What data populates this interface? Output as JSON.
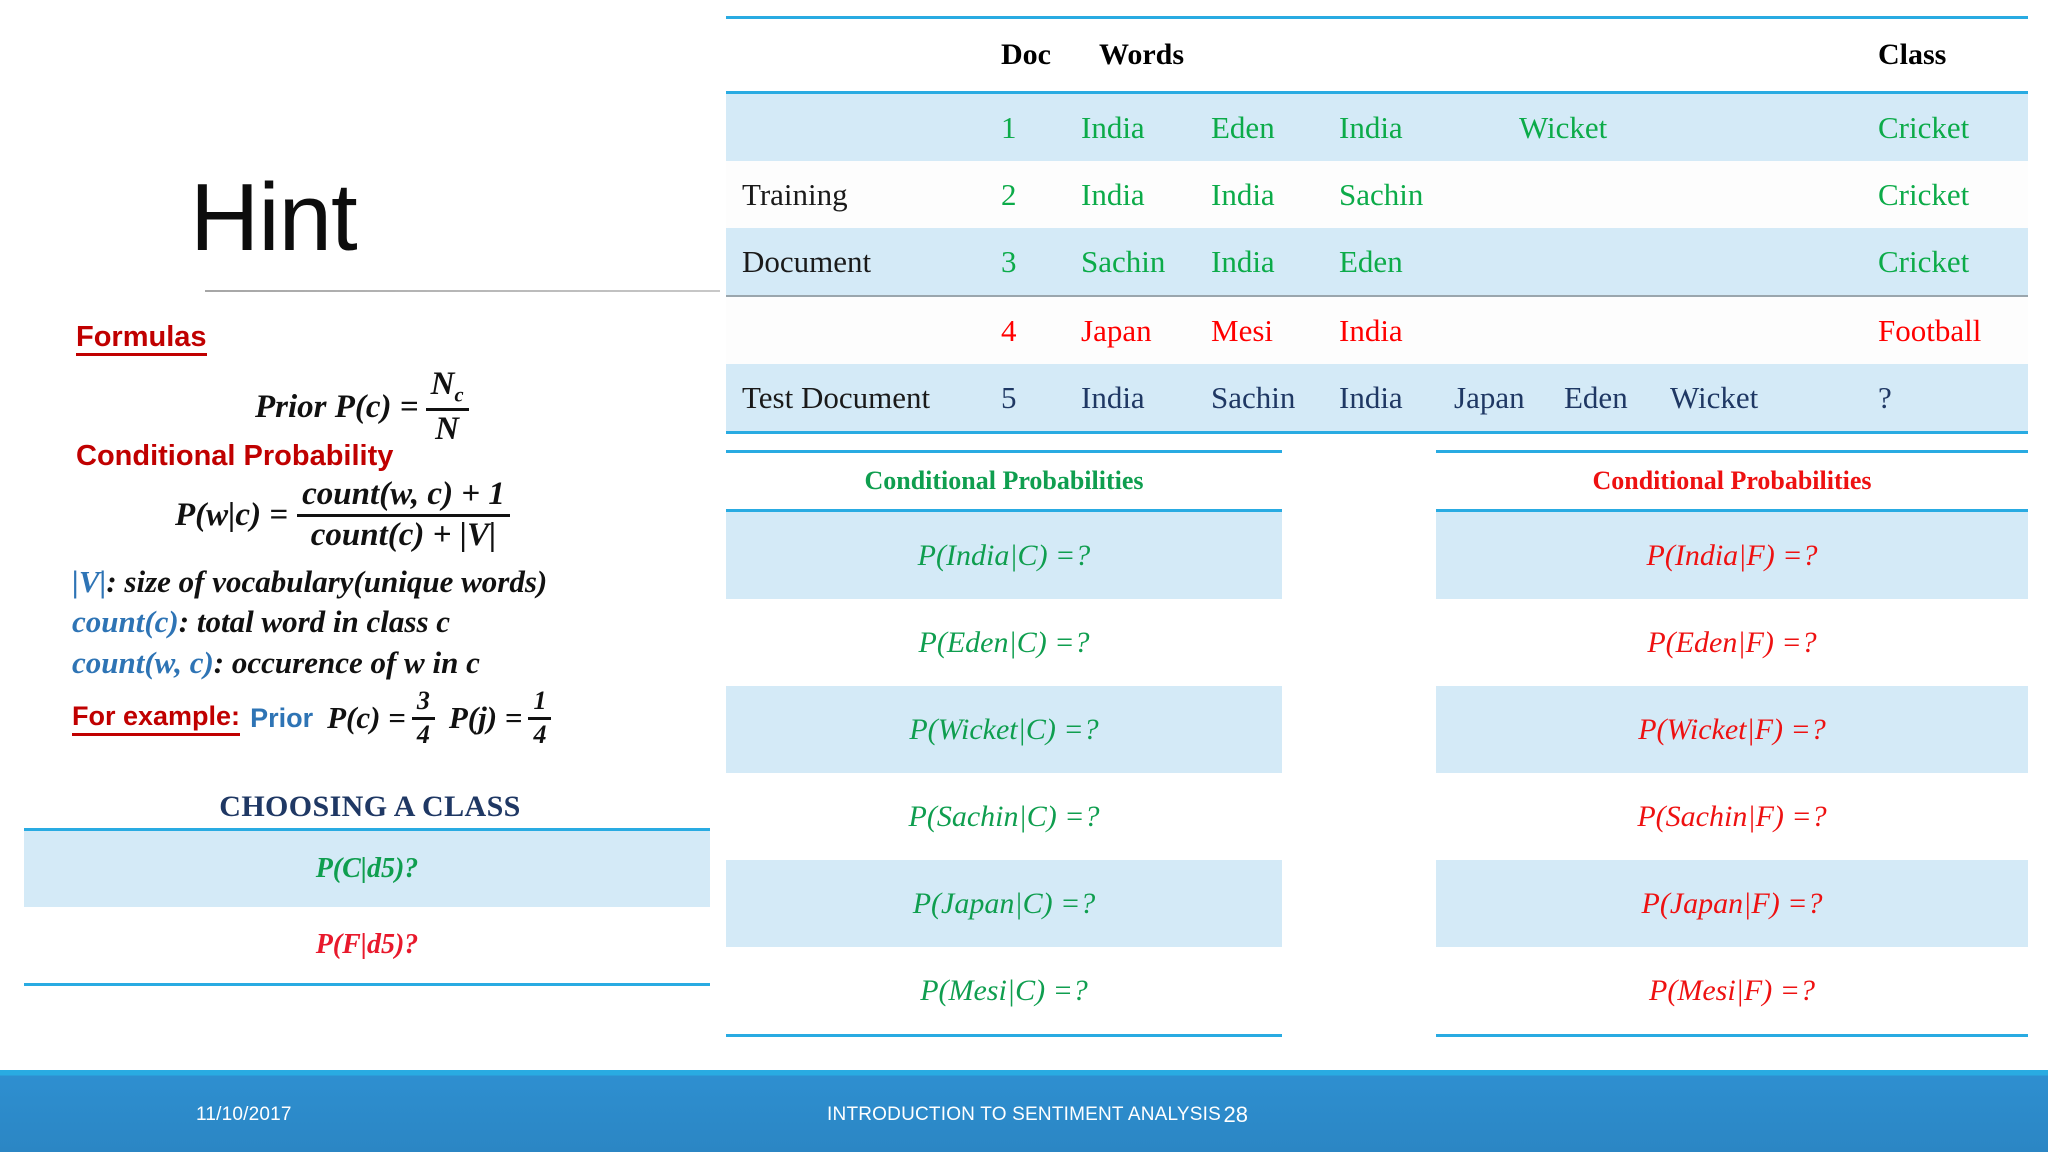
{
  "slide": {
    "title": "Hint",
    "formulas_heading": "Formulas",
    "conditional_heading": "Conditional Probability",
    "prior_formula": {
      "lhs": "Prior P(c) =",
      "numerator": "Nc",
      "numerator_main": "N",
      "numerator_sub": "c",
      "denominator": "N"
    },
    "conditional_formula": {
      "lhs": "P(w|c) =",
      "numerator": "count(w, c) + 1",
      "denominator": "count(c) + |V|"
    },
    "definitions": [
      {
        "symbol": "|V|",
        "text": ": size of vocabulary(unique words)"
      },
      {
        "symbol": "count(c)",
        "text": ": total word in class c"
      },
      {
        "symbol": "count(w, c)",
        "text": ": occurence of w in c"
      }
    ],
    "for_example": {
      "label": "For example:",
      "prior_word": "Prior",
      "eq1_lhs": "P(c) =",
      "eq1_num": "3",
      "eq1_den": "4",
      "eq2_lhs": "P(j) =",
      "eq2_num": "1",
      "eq2_den": "4"
    },
    "choosing_a_class": {
      "heading": "CHOOSING A CLASS",
      "rows": [
        {
          "text": "P(C|d5)?",
          "color": "green"
        },
        {
          "text": "P(F|d5)?",
          "color": "red"
        }
      ]
    }
  },
  "doc_table": {
    "headers": {
      "label": "",
      "doc": "Doc",
      "words": "Words",
      "class": "Class"
    },
    "group_labels": {
      "training": "Training Document",
      "training_line1": "Training",
      "training_line2": "Document",
      "test": "Test Document"
    },
    "rows": [
      {
        "doc": "1",
        "words": [
          "India",
          "Eden",
          "India",
          "Wicket"
        ],
        "class": "Cricket",
        "color": "green",
        "shade": true
      },
      {
        "doc": "2",
        "words": [
          "India",
          "India",
          "Sachin"
        ],
        "class": "Cricket",
        "color": "green",
        "shade": false
      },
      {
        "doc": "3",
        "words": [
          "Sachin",
          "India",
          "Eden"
        ],
        "class": "Cricket",
        "color": "green",
        "shade": true
      },
      {
        "doc": "4",
        "words": [
          "Japan",
          "Mesi",
          "India"
        ],
        "class": "Football",
        "color": "red",
        "shade": false
      },
      {
        "doc": "5",
        "words": [
          "India",
          "Sachin",
          "India",
          "Japan",
          "Eden",
          "Wicket"
        ],
        "class": "?",
        "color": "blue",
        "shade": true
      }
    ]
  },
  "cond_prob_left": {
    "title": "Conditional Probabilities",
    "items": [
      "P(India|C) =?",
      "P(Eden|C) =?",
      "P(Wicket|C) =?",
      "P(Sachin|C) =?",
      "P(Japan|C) =?",
      "P(Mesi|C) =?"
    ]
  },
  "cond_prob_right": {
    "title": "Conditional Probabilities",
    "items": [
      "P(India|F) =?",
      "P(Eden|F) =?",
      "P(Wicket|F) =?",
      "P(Sachin|F) =?",
      "P(Japan|F) =?",
      "P(Mesi|F) =?"
    ]
  },
  "footer": {
    "date": "11/10/2017",
    "title": "INTRODUCTION TO SENTIMENT ANALYSIS",
    "page": "28"
  },
  "colors": {
    "accent_blue": "#29abe2",
    "row_shade": "#d4eaf7",
    "green": "#0f9e4f",
    "red": "#ee1111",
    "dark_blue": "#1f3864",
    "formula_red": "#c00000",
    "formula_blue": "#2e74b5",
    "footer_blue": "#2b86c4"
  }
}
